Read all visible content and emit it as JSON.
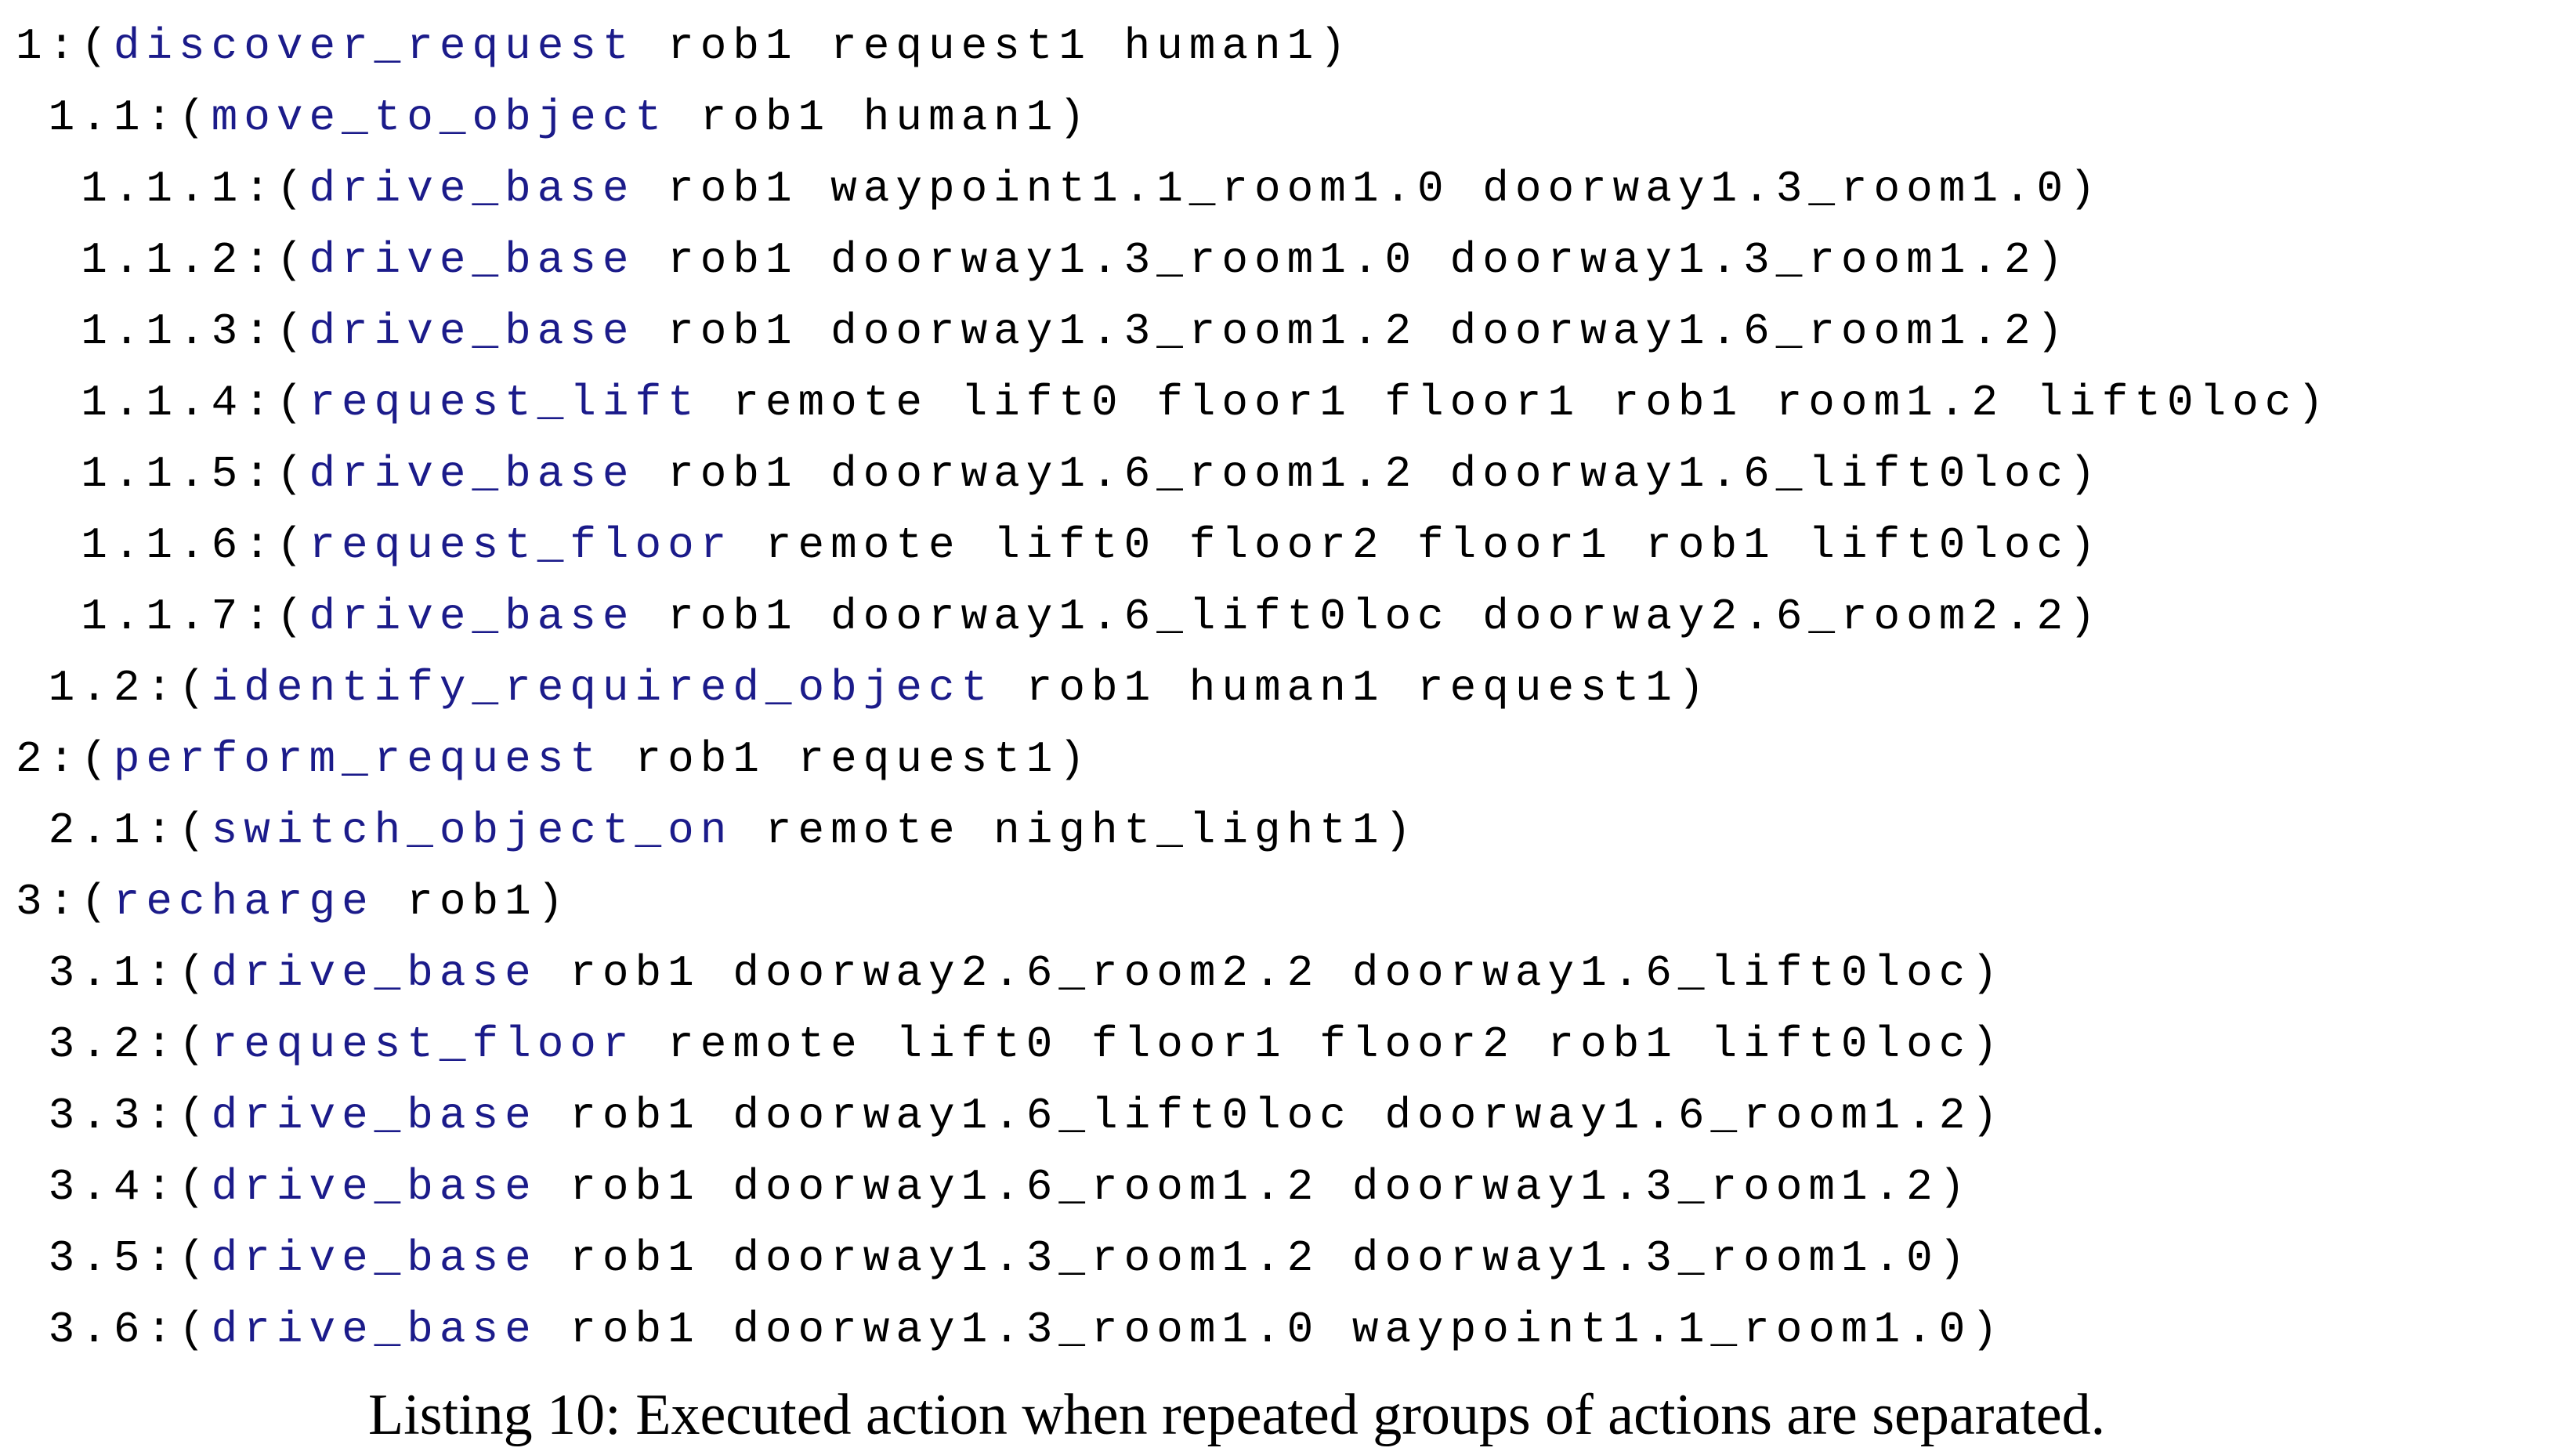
{
  "listing": {
    "keyword_color": "#1b1b8a",
    "text_color": "#000000",
    "open_paren": "(",
    "close_paren": ")",
    "id_separator": ":",
    "indent_unit": " ",
    "lines": [
      {
        "indent": 0,
        "id": "1",
        "action": "discover_request",
        "args": "rob1 request1 human1"
      },
      {
        "indent": 1,
        "id": "1.1",
        "action": "move_to_object",
        "args": "rob1 human1"
      },
      {
        "indent": 2,
        "id": "1.1.1",
        "action": "drive_base",
        "args": "rob1 waypoint1.1_room1.0 doorway1.3_room1.0"
      },
      {
        "indent": 2,
        "id": "1.1.2",
        "action": "drive_base",
        "args": "rob1 doorway1.3_room1.0 doorway1.3_room1.2"
      },
      {
        "indent": 2,
        "id": "1.1.3",
        "action": "drive_base",
        "args": "rob1 doorway1.3_room1.2 doorway1.6_room1.2"
      },
      {
        "indent": 2,
        "id": "1.1.4",
        "action": "request_lift",
        "args": "remote lift0 floor1 floor1 rob1 room1.2 lift0loc"
      },
      {
        "indent": 2,
        "id": "1.1.5",
        "action": "drive_base",
        "args": "rob1 doorway1.6_room1.2 doorway1.6_lift0loc"
      },
      {
        "indent": 2,
        "id": "1.1.6",
        "action": "request_floor",
        "args": "remote lift0 floor2 floor1 rob1 lift0loc"
      },
      {
        "indent": 2,
        "id": "1.1.7",
        "action": "drive_base",
        "args": "rob1 doorway1.6_lift0loc doorway2.6_room2.2"
      },
      {
        "indent": 1,
        "id": "1.2",
        "action": "identify_required_object",
        "args": "rob1 human1 request1"
      },
      {
        "indent": 0,
        "id": "2",
        "action": "perform_request",
        "args": "rob1 request1"
      },
      {
        "indent": 1,
        "id": "2.1",
        "action": "switch_object_on",
        "args": "remote night_light1"
      },
      {
        "indent": 0,
        "id": "3",
        "action": "recharge",
        "args": "rob1"
      },
      {
        "indent": 1,
        "id": "3.1",
        "action": "drive_base",
        "args": "rob1 doorway2.6_room2.2 doorway1.6_lift0loc"
      },
      {
        "indent": 1,
        "id": "3.2",
        "action": "request_floor",
        "args": "remote lift0 floor1 floor2 rob1 lift0loc"
      },
      {
        "indent": 1,
        "id": "3.3",
        "action": "drive_base",
        "args": "rob1 doorway1.6_lift0loc doorway1.6_room1.2"
      },
      {
        "indent": 1,
        "id": "3.4",
        "action": "drive_base",
        "args": "rob1 doorway1.6_room1.2 doorway1.3_room1.2"
      },
      {
        "indent": 1,
        "id": "3.5",
        "action": "drive_base",
        "args": "rob1 doorway1.3_room1.2 doorway1.3_room1.0"
      },
      {
        "indent": 1,
        "id": "3.6",
        "action": "drive_base",
        "args": "rob1 doorway1.3_room1.0 waypoint1.1_room1.0"
      }
    ]
  },
  "caption": {
    "text": "Listing 10: Executed action when repeated groups of actions are separated."
  }
}
